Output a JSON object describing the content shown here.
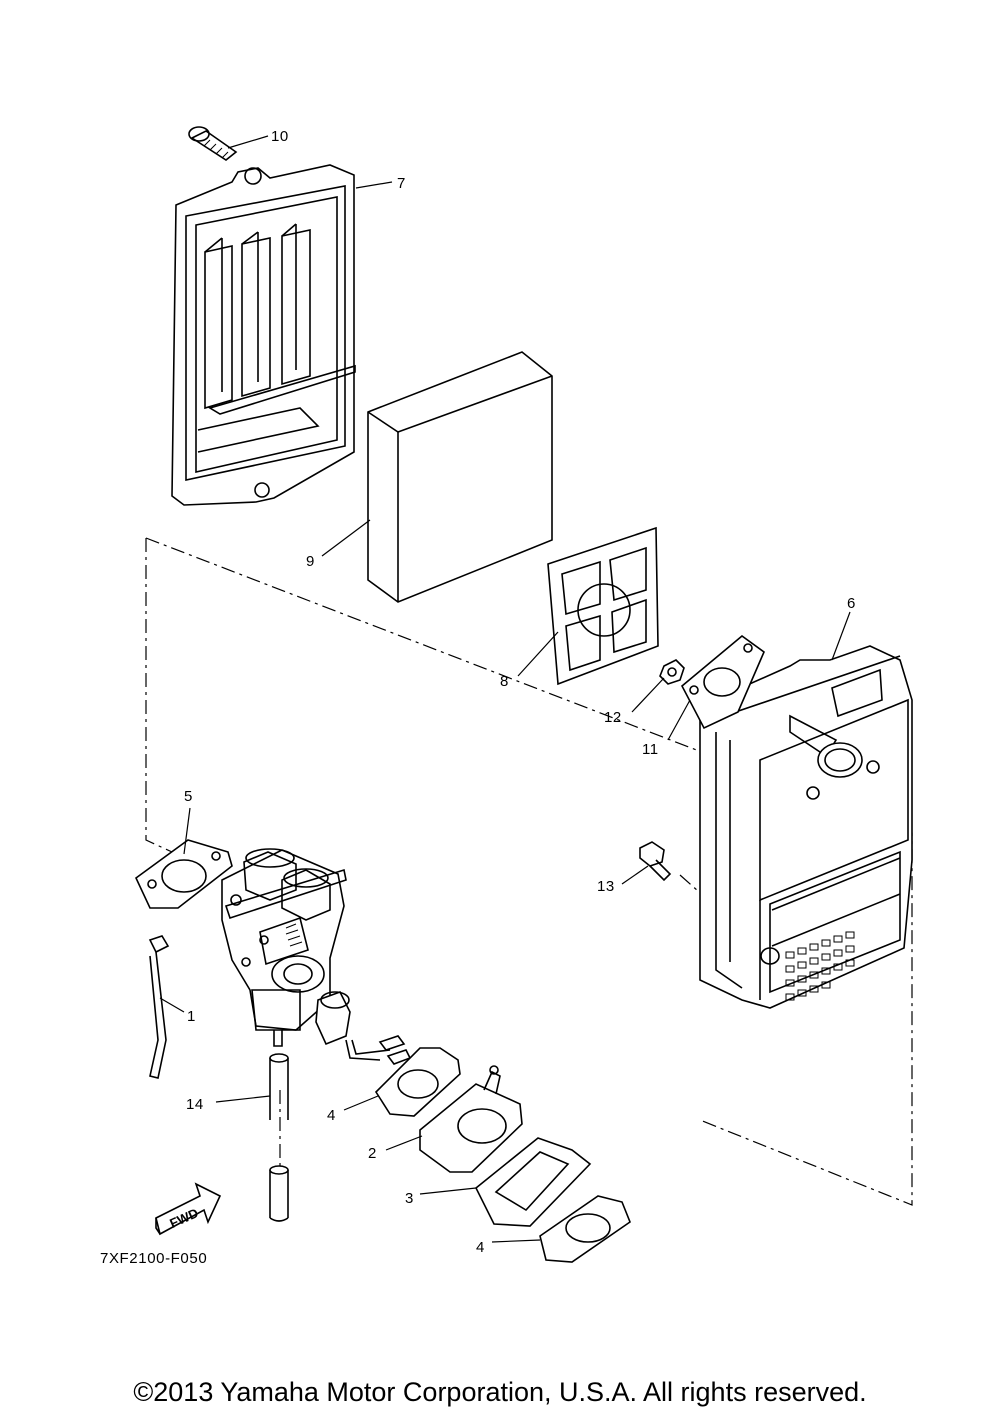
{
  "diagram": {
    "drawing_code": "7XF2100-F050",
    "fwd_arrow_text": "FWD",
    "callouts": [
      {
        "number": "1",
        "component": "tie-band"
      },
      {
        "number": "2",
        "component": "carburetor-joint"
      },
      {
        "number": "3",
        "component": "insulator-ring"
      },
      {
        "number": "4",
        "component": "gasket-lower"
      },
      {
        "number": "4",
        "component": "gasket-upper"
      },
      {
        "number": "5",
        "component": "carburetor-gasket"
      },
      {
        "number": "6",
        "component": "air-cleaner-case"
      },
      {
        "number": "7",
        "component": "air-cleaner-cover"
      },
      {
        "number": "8",
        "component": "filter-gasket"
      },
      {
        "number": "9",
        "component": "air-filter-element"
      },
      {
        "number": "10",
        "component": "cover-screw"
      },
      {
        "number": "11",
        "component": "case-gasket"
      },
      {
        "number": "12",
        "component": "nut"
      },
      {
        "number": "13",
        "component": "bolt"
      },
      {
        "number": "14",
        "component": "fuel-hose"
      }
    ]
  },
  "footer": {
    "copyright": "©2013 Yamaha Motor Corporation, U.S.A. All rights reserved."
  }
}
